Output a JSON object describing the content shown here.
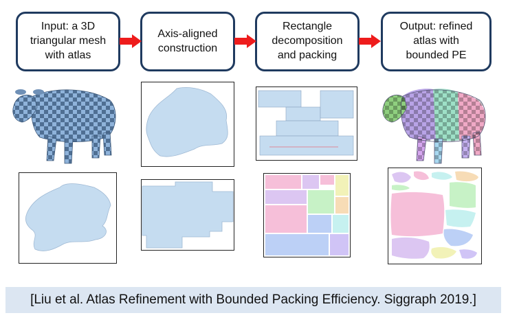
{
  "pipeline": {
    "stages": [
      {
        "label": "Input: a 3D\ntriangular mesh\nwith atlas"
      },
      {
        "label": "Axis-aligned\nconstruction"
      },
      {
        "label": "Rectangle\ndecomposition\nand packing"
      },
      {
        "label": "Output: refined\natlas with\nbounded PE"
      }
    ],
    "arrow_color": "#ee1c1c",
    "box_border_color": "#1f3a5f"
  },
  "figures": {
    "chart_color": "#c5dcf0",
    "packing_colors": [
      "#f6bfd9",
      "#dcc6f2",
      "#c7f2c6",
      "#bcd0f6",
      "#f7dcb6",
      "#d0c4f6",
      "#c6f1f0",
      "#f2f2b8"
    ]
  },
  "citation": "[Liu et al. Atlas Refinement with Bounded Packing Efficiency. Siggraph 2019.]"
}
